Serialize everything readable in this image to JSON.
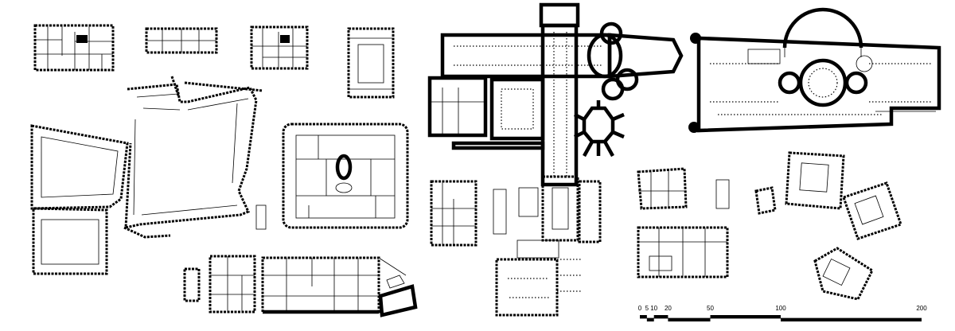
{
  "scale_bar": {
    "ticks": [
      {
        "label": "0",
        "value": 0
      },
      {
        "label": "5",
        "value": 5
      },
      {
        "label": "10",
        "value": 10
      },
      {
        "label": "20",
        "value": 20
      },
      {
        "label": "50",
        "value": 50
      },
      {
        "label": "100",
        "value": 100
      },
      {
        "label": "200",
        "value": 200
      }
    ]
  }
}
